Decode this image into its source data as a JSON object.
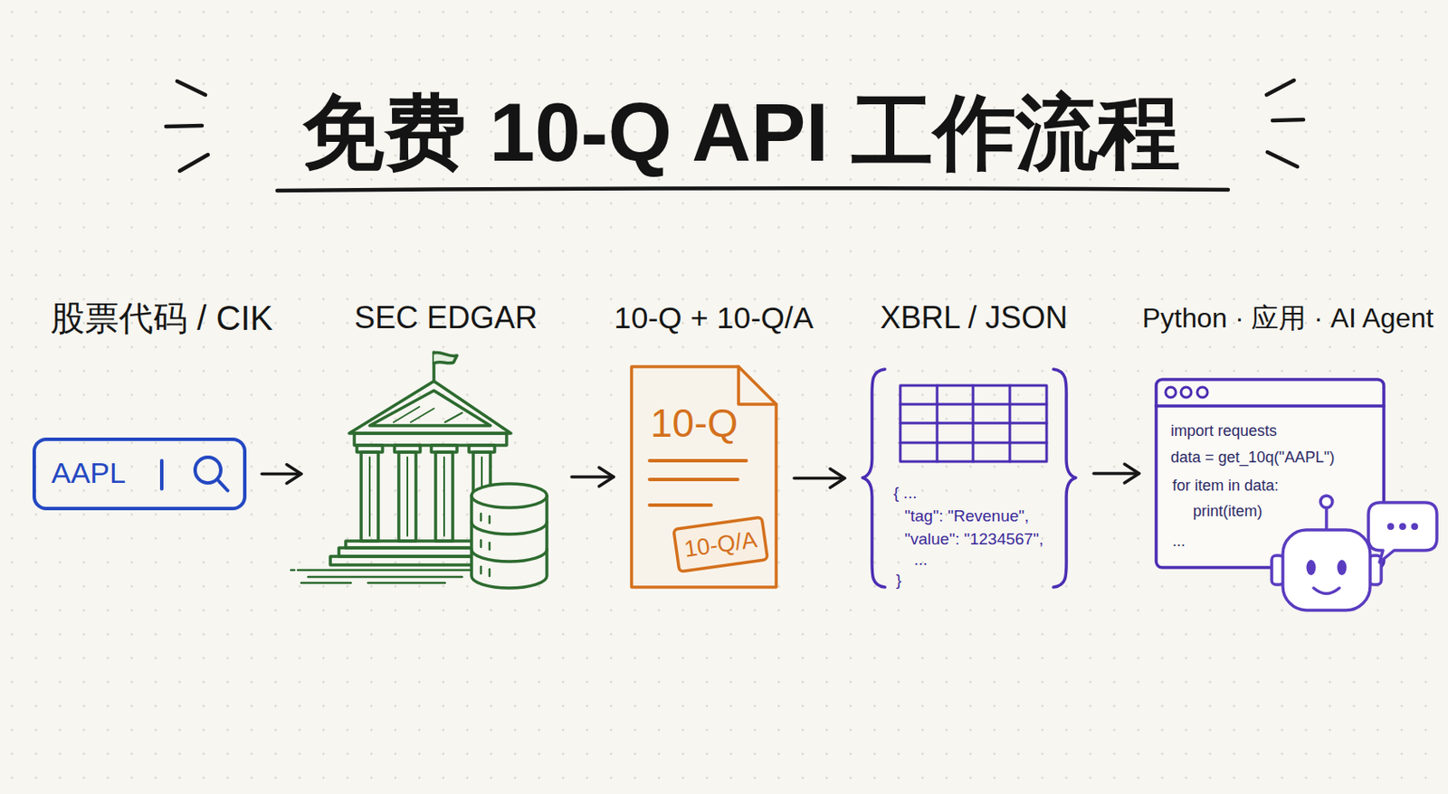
{
  "diagram": {
    "title": "免费 10-Q API 工作流程",
    "nodes": [
      {
        "text": [
          "股票代码 / CIK",
          "AAPL"
        ]
      },
      {
        "text": [
          "SEC EDGAR"
        ]
      },
      {
        "text": [
          "10-Q + 10-Q/A",
          "10-Q"
        ]
      },
      {
        "text": [
          "10-Q/A"
        ],
        "in": 2
      },
      {
        "text": [
          "XBRL / JSON",
          "{ ...",
          "\"tag\": \"Revenue\",",
          "\"value\": \"1234567\",",
          "...",
          "}"
        ]
      },
      {
        "text": [
          "Python · 应用 · AI Agent",
          "import requests",
          "data = get_10q(\"AAPL\")",
          "for item in data:",
          "print(item)",
          "..."
        ]
      }
    ],
    "edges": [
      {
        "from": 0,
        "to": 1,
        "arrow": "to"
      },
      {
        "from": 1,
        "to": 2,
        "arrow": "to"
      },
      {
        "from": 2,
        "to": 4,
        "arrow": "to"
      },
      {
        "from": 4,
        "to": 5,
        "arrow": "to"
      }
    ]
  }
}
